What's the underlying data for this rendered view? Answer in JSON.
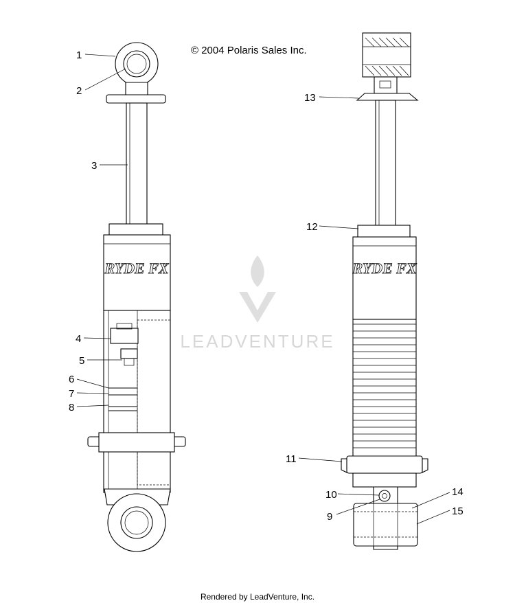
{
  "copyright": "© 2004 Polaris Sales Inc.",
  "footer": "Rendered by LeadVenture, Inc.",
  "watermark": "LEADVENTURE",
  "logo_text": "RYDE FX",
  "callouts": {
    "c1": "1",
    "c2": "2",
    "c3": "3",
    "c4": "4",
    "c5": "5",
    "c6": "6",
    "c7": "7",
    "c8": "8",
    "c9": "9",
    "c10": "10",
    "c11": "11",
    "c12": "12",
    "c13": "13",
    "c14": "14",
    "c15": "15"
  },
  "colors": {
    "line": "#000000",
    "watermark": "#d3d3d3",
    "background": "#ffffff"
  }
}
